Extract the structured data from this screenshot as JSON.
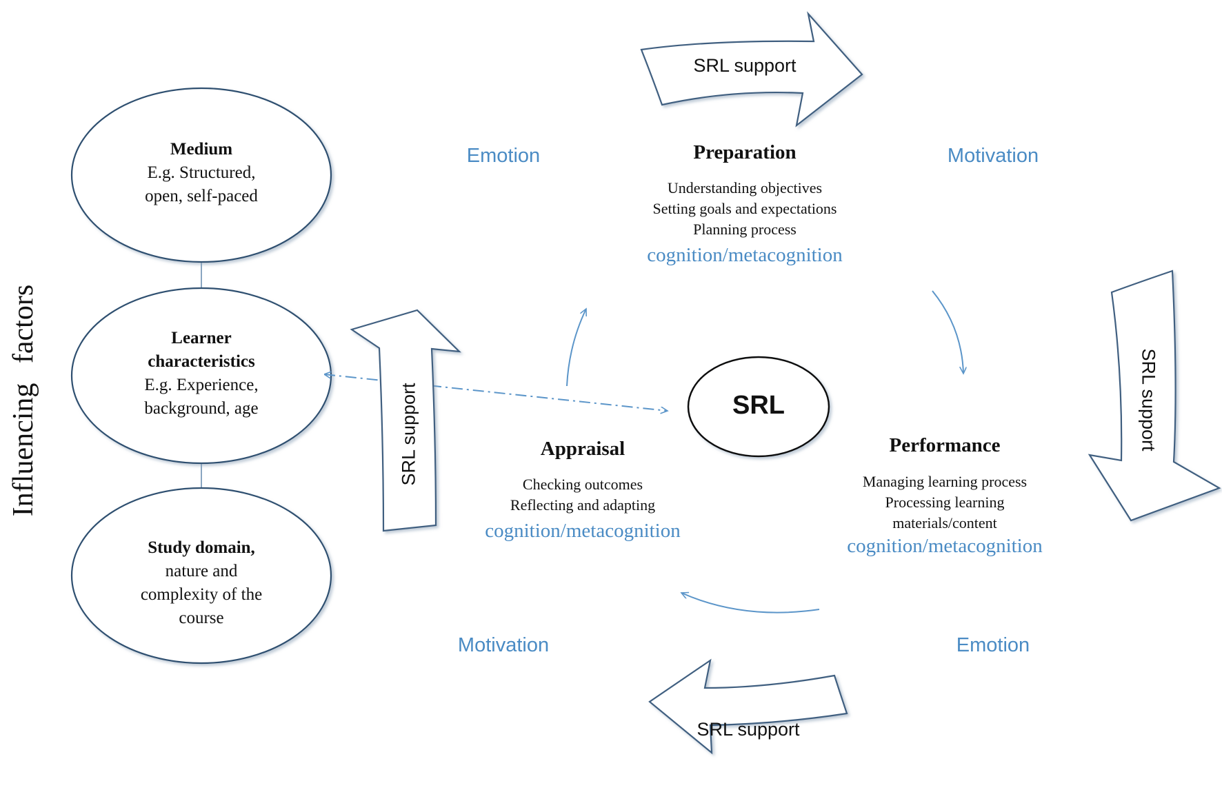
{
  "title": "Influencing factors",
  "factors": [
    {
      "heading": "Medium",
      "lines": [
        "E.g. Structured,",
        "open, self-paced"
      ]
    },
    {
      "heading": "Learner characteristics",
      "heading_lines": [
        "Learner",
        "characteristics"
      ],
      "lines": [
        "E.g. Experience,",
        "background, age"
      ]
    },
    {
      "heading": "Study domain,",
      "lines": [
        "nature and",
        "complexity of the",
        "course"
      ]
    }
  ],
  "center": {
    "label": "SRL"
  },
  "stages": {
    "preparation": {
      "title": "Preparation",
      "items": [
        "Understanding objectives",
        "Setting goals and expectations",
        "Planning process"
      ],
      "cognition": "cognition/metacognition"
    },
    "performance": {
      "title": "Performance",
      "items": [
        "Managing learning process",
        "Processing learning",
        "materials/content"
      ],
      "cognition": "cognition/metacognition"
    },
    "appraisal": {
      "title": "Appraisal",
      "items": [
        "Checking outcomes",
        "Reflecting and adapting"
      ],
      "cognition": "cognition/metacognition"
    }
  },
  "affect_labels": {
    "top_left": "Emotion",
    "top_right": "Motivation",
    "bottom_left": "Motivation",
    "bottom_right": "Emotion"
  },
  "supports": {
    "top": "SRL support",
    "right": "SRL support",
    "bottom": "SRL support",
    "left": "SRL support"
  },
  "colors": {
    "accent_blue": "#4a8bc4",
    "ink": "#111111",
    "outline": "#2f4f6f"
  }
}
